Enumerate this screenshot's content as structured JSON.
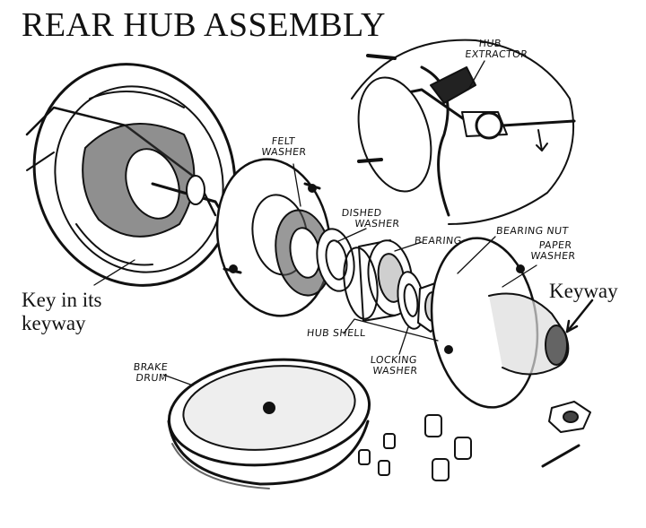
{
  "title": "REAR HUB ASSEMBLY",
  "labels": {
    "hub_extractor_1": "HUB",
    "hub_extractor_2": "EXTRACTOR",
    "felt_washer_1": "FELT",
    "felt_washer_2": "WASHER",
    "dished_washer_1": "DISHED",
    "dished_washer_2": "WASHER",
    "bearing": "BEARING",
    "bearing_nut": "BEARING NUT",
    "paper_washer_1": "PAPER",
    "paper_washer_2": "WASHER",
    "keyway": "Keyway",
    "key_1": "Key in its",
    "key_2": "keyway",
    "hub_shell": "HUB SHELL",
    "locking_washer_1": "LOCKING",
    "locking_washer_2": "WASHER",
    "brake_drum_1": "BRAKE",
    "brake_drum_2": "DRUM"
  }
}
